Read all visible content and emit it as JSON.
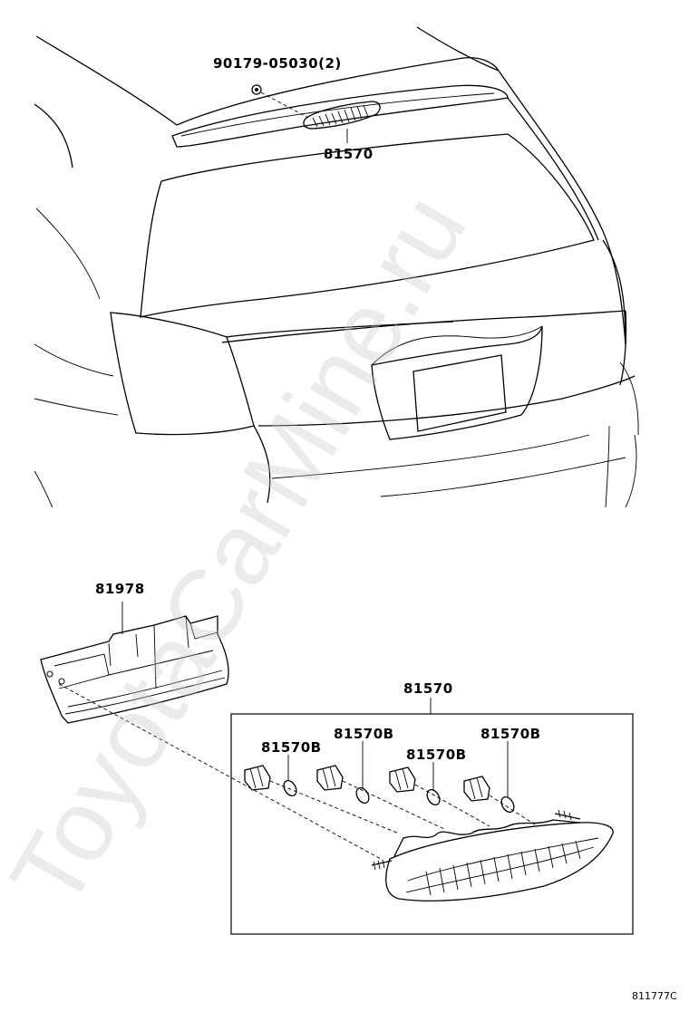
{
  "labels": {
    "bolt": "90179-05030(2)",
    "lamp_top": "81570",
    "bracket": "81978",
    "lamp_assy": "81570",
    "bulb_a": "81570B",
    "bulb_b": "81570B",
    "bulb_c": "81570B",
    "bulb_d": "81570B"
  },
  "figure_ref": "811777C",
  "watermark": "ToyotaCarMine.ru"
}
